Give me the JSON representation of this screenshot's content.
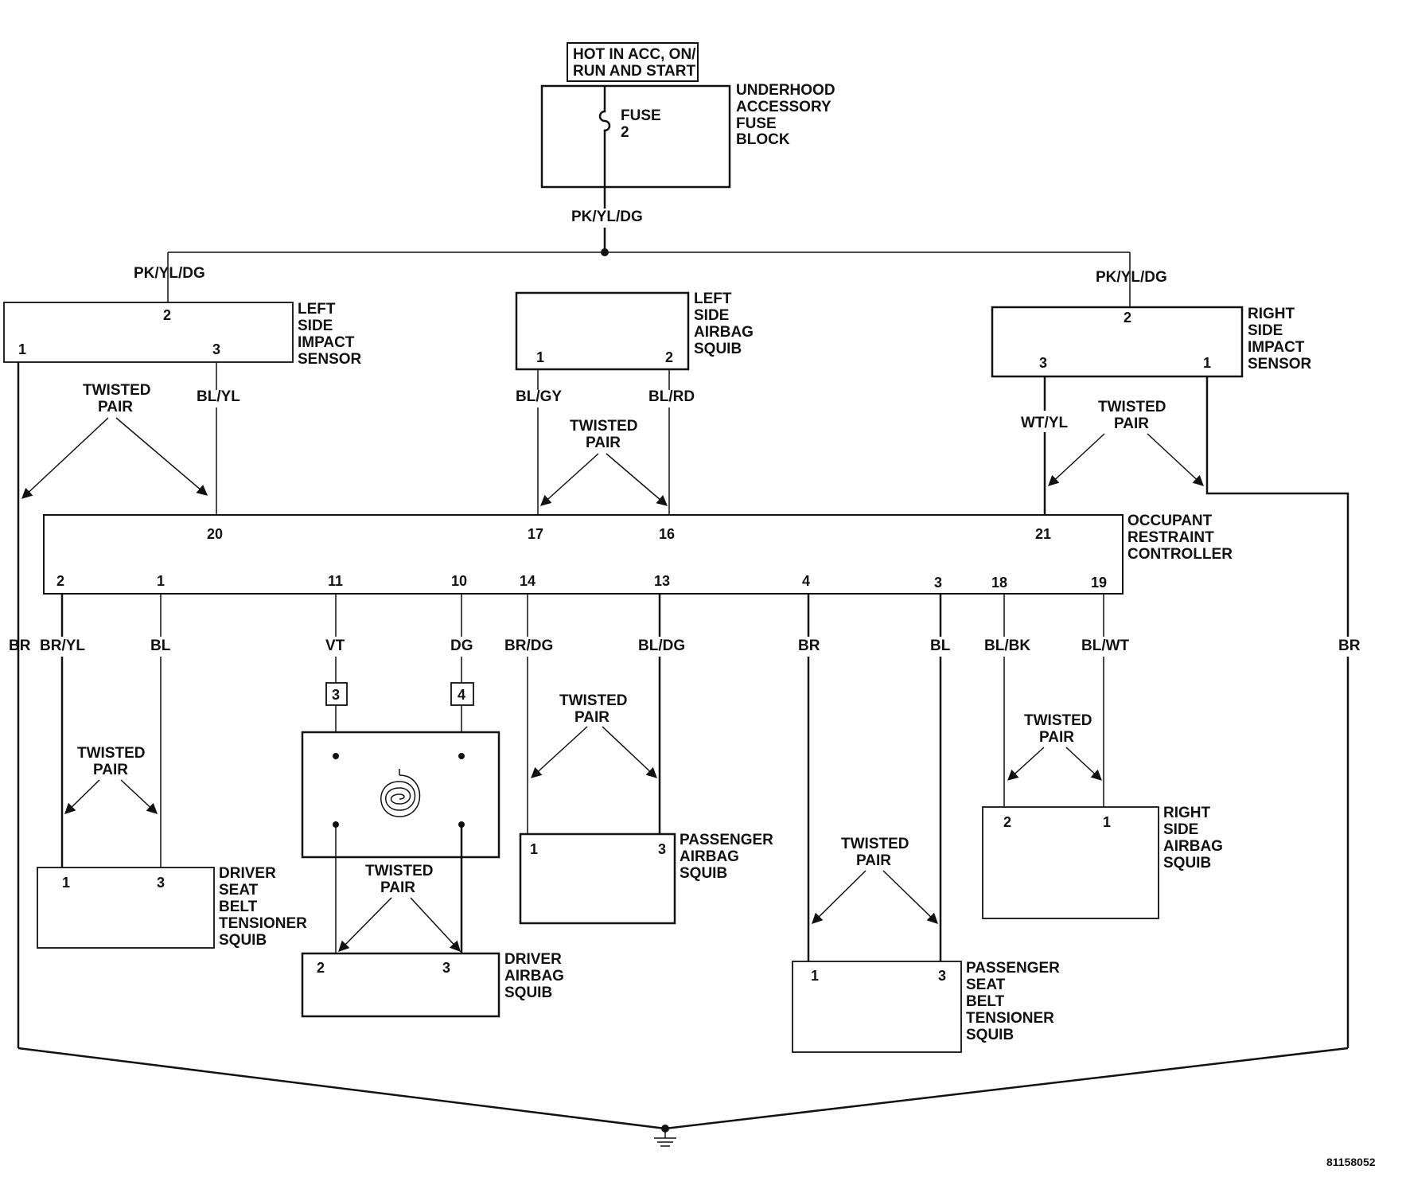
{
  "power_label": [
    "HOT IN ACC, ON/",
    "RUN AND START"
  ],
  "fuse_block": {
    "name": [
      "UNDERHOOD",
      "ACCESSORY",
      "FUSE",
      "BLOCK"
    ],
    "fuse": [
      "FUSE",
      "2"
    ]
  },
  "feed_wire": "PK/YL/DG",
  "left_feed_wire": "PK/YL/DG",
  "right_feed_wire": "PK/YL/DG",
  "left_impact_sensor": {
    "name": [
      "LEFT",
      "SIDE",
      "IMPACT",
      "SENSOR"
    ],
    "pins": [
      "2",
      "1",
      "3"
    ]
  },
  "left_airbag_squib": {
    "name": [
      "LEFT",
      "SIDE",
      "AIRBAG",
      "SQUIB"
    ],
    "pins": [
      "1",
      "2"
    ]
  },
  "right_impact_sensor": {
    "name": [
      "RIGHT",
      "SIDE",
      "IMPACT",
      "SENSOR"
    ],
    "pins": [
      "2",
      "3",
      "1"
    ]
  },
  "controller": {
    "name": [
      "OCCUPANT",
      "RESTRAINT",
      "CONTROLLER"
    ],
    "top_pins": [
      "20",
      "17",
      "16",
      "21"
    ],
    "bottom_pins": [
      "2",
      "1",
      "11",
      "10",
      "14",
      "13",
      "4",
      "3",
      "18",
      "19"
    ]
  },
  "upper_wires": [
    "BL/YL",
    "BL/GY",
    "BL/RD",
    "WT/YL"
  ],
  "lower_wires": [
    "BR",
    "BR/YL",
    "BL",
    "VT",
    "DG",
    "BR/DG",
    "BL/DG",
    "BR",
    "BL",
    "BL/BK",
    "BL/WT",
    "BR"
  ],
  "twisted_pair": [
    "TWISTED",
    "PAIR"
  ],
  "clockspring_connectors": [
    "3",
    "4"
  ],
  "driver_belt_squib": {
    "name": [
      "DRIVER",
      "SEAT",
      "BELT",
      "TENSIONER",
      "SQUIB"
    ],
    "pins": [
      "1",
      "3"
    ]
  },
  "driver_airbag_squib": {
    "name": [
      "DRIVER",
      "AIRBAG",
      "SQUIB"
    ],
    "pins": [
      "2",
      "3"
    ]
  },
  "passenger_airbag_squib": {
    "name": [
      "PASSENGER",
      "AIRBAG",
      "SQUIB"
    ],
    "pins": [
      "1",
      "3"
    ]
  },
  "passenger_belt_squib": {
    "name": [
      "PASSENGER",
      "SEAT",
      "BELT",
      "TENSIONER",
      "SQUIB"
    ],
    "pins": [
      "1",
      "3"
    ]
  },
  "right_airbag_squib": {
    "name": [
      "RIGHT",
      "SIDE",
      "AIRBAG",
      "SQUIB"
    ],
    "pins": [
      "2",
      "1"
    ]
  },
  "figure_id": "81158052"
}
